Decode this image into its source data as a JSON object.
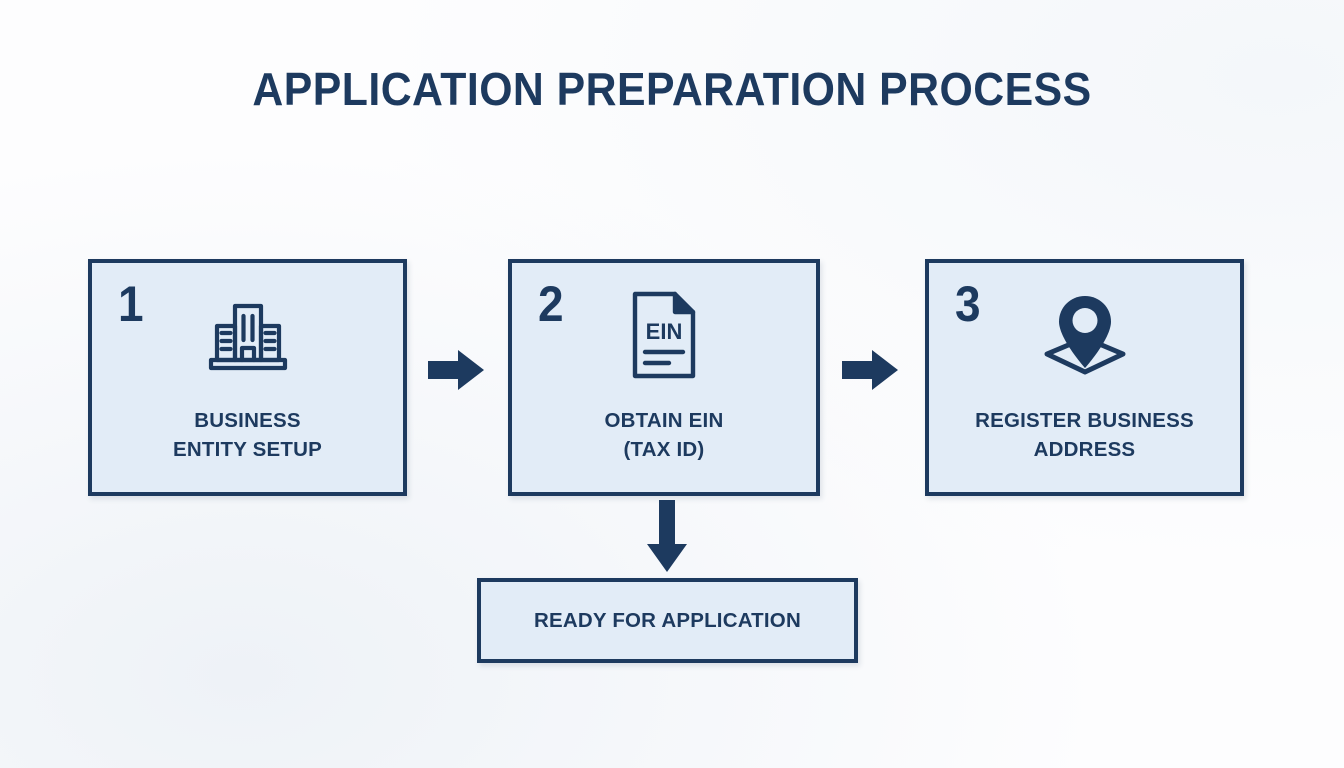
{
  "diagram": {
    "title": "APPLICATION PREPARATION PROCESS",
    "colors": {
      "navy": "#1d3a5f",
      "box_fill": "#e2ecf7",
      "background": "#fdfdfe"
    },
    "steps": [
      {
        "number": "1",
        "icon": "office-building-icon",
        "label": "BUSINESS\nENTITY SETUP"
      },
      {
        "number": "2",
        "icon": "ein-document-icon",
        "icon_text": "EIN",
        "label": "OBTAIN EIN\n(TAX ID)"
      },
      {
        "number": "3",
        "icon": "map-pin-location-icon",
        "label": "REGISTER BUSINESS\nADDRESS"
      }
    ],
    "connectors": [
      {
        "name": "arrow-step1-to-step2",
        "direction": "right"
      },
      {
        "name": "arrow-step2-to-step3",
        "direction": "right"
      },
      {
        "name": "arrow-step2-to-result",
        "direction": "down"
      }
    ],
    "result": {
      "label": "READY FOR APPLICATION"
    }
  }
}
